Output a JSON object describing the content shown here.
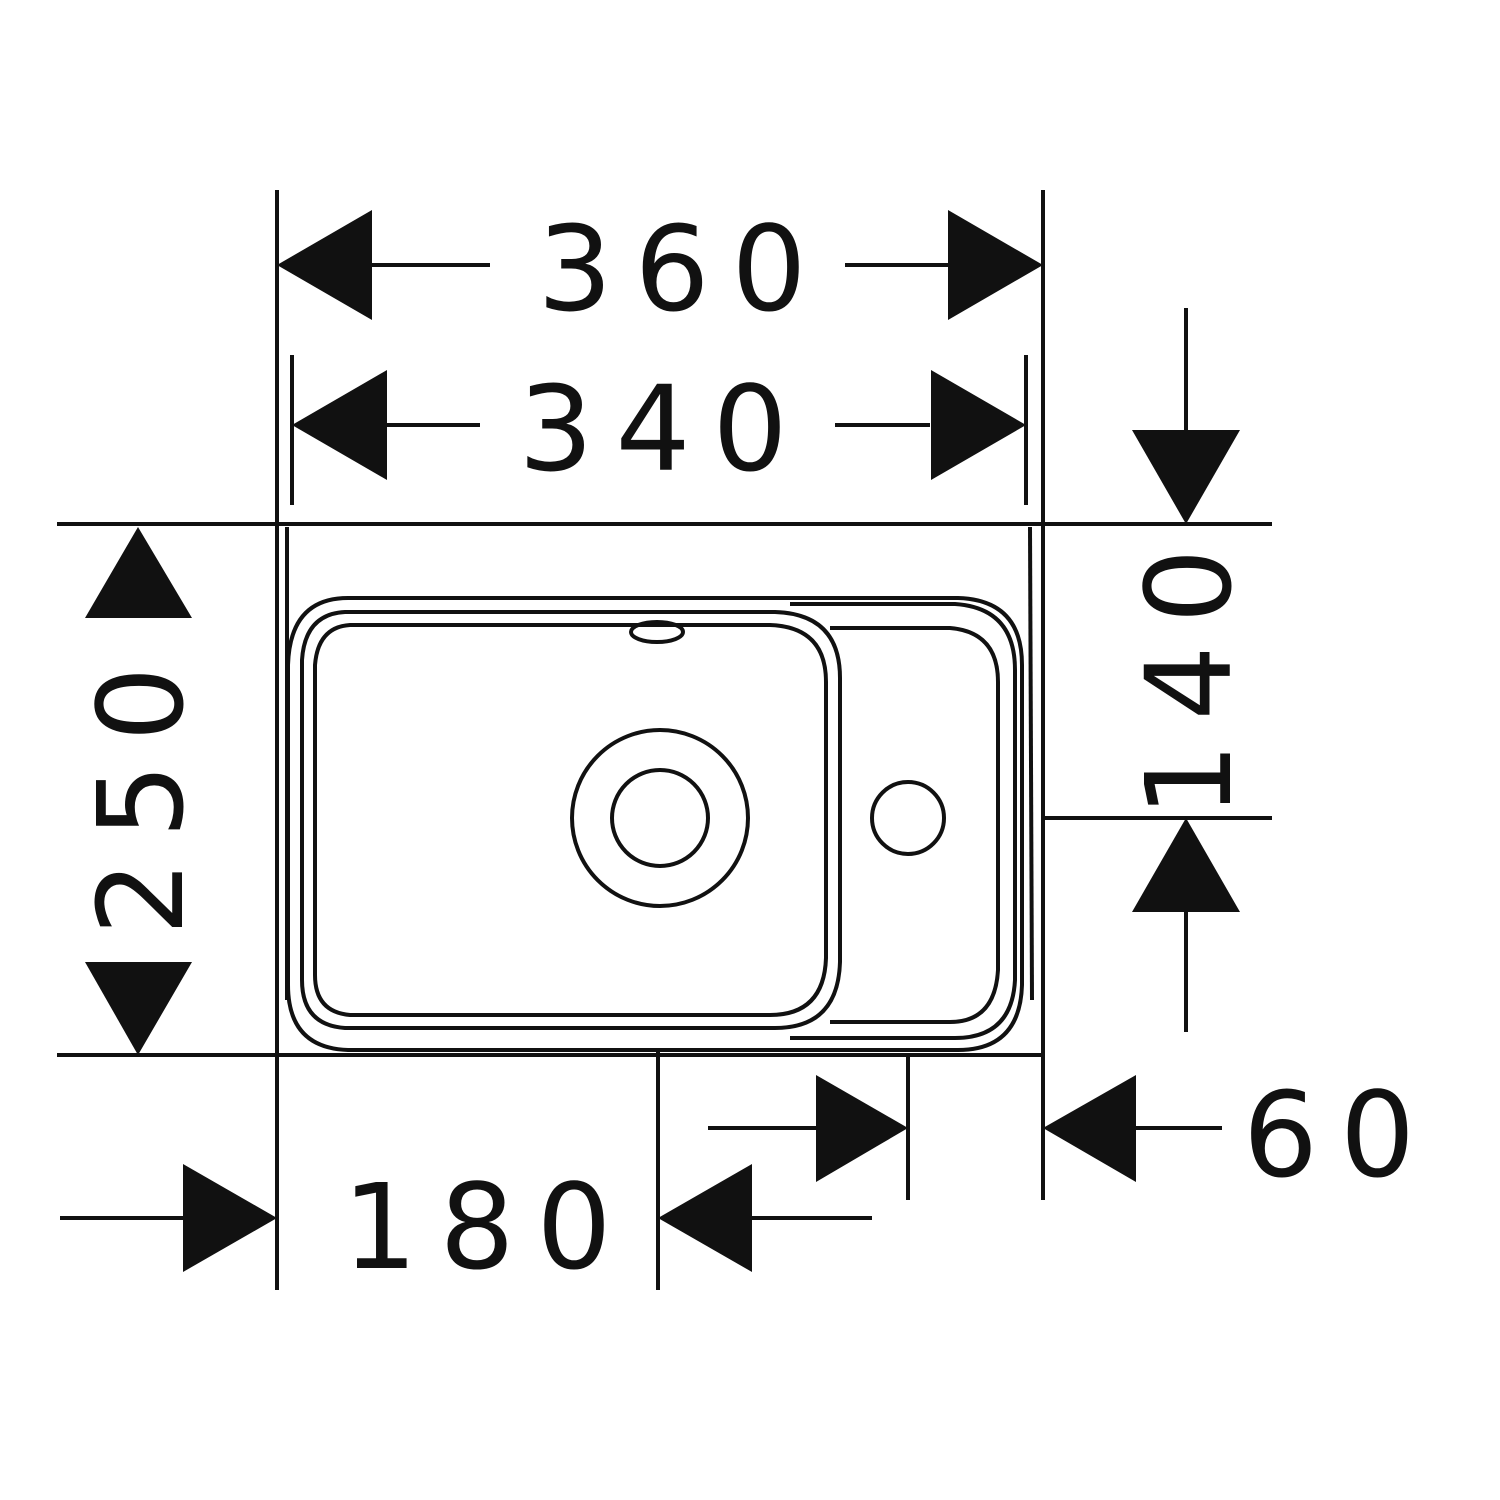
{
  "drawing": {
    "line_color": "#111111",
    "background": "#ffffff",
    "dimensions": {
      "overall_width": "360",
      "inner_width": "340",
      "depth": "250",
      "tap_offset": "140",
      "drain_offset": "180",
      "ledge_width": "60"
    }
  }
}
